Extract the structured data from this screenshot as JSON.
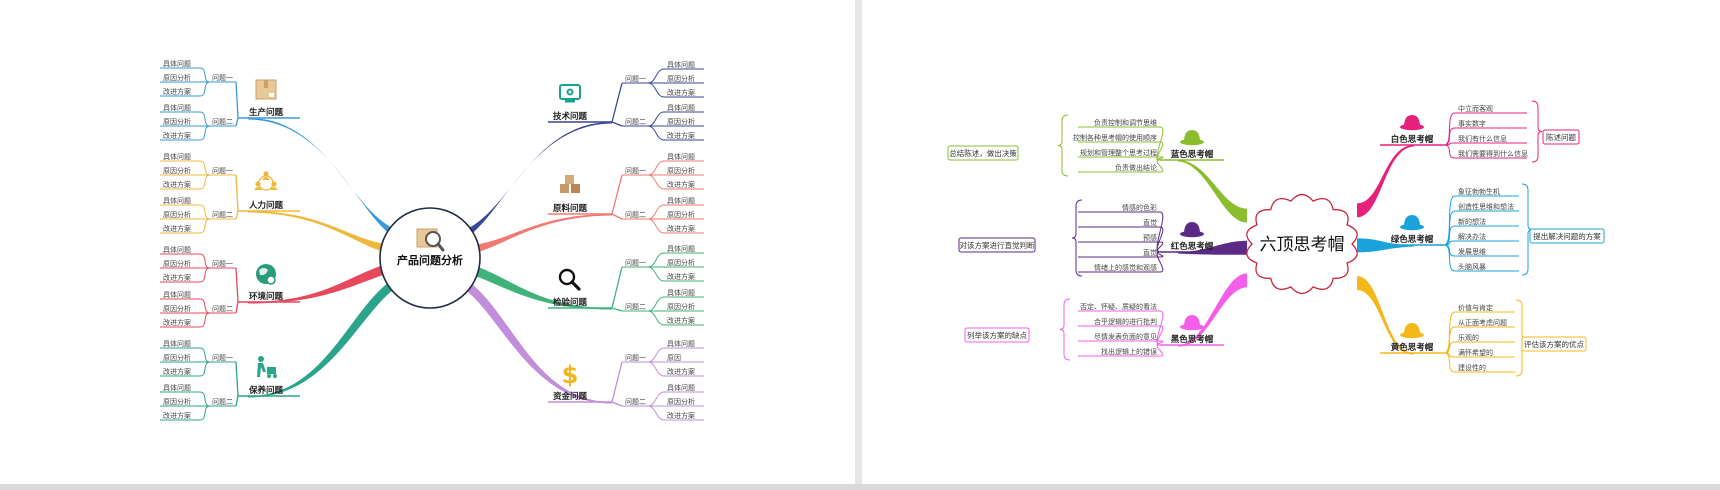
{
  "colors": {
    "production": "#3a9ad9",
    "hr": "#f0b83a",
    "environment": "#e8485b",
    "maintenance": "#2aa58c",
    "tech": "#3b4696",
    "material": "#f07a72",
    "inspection": "#3fb37a",
    "fund": "#c28ddb",
    "blue_hat": "#8cbd2e",
    "red_hat": "#5b2a86",
    "black_hat": "#f55ee8",
    "white_hat": "#e8207d",
    "green_hat": "#1aa2dc",
    "yellow_hat": "#f5b81a",
    "center_border": "#c8283c",
    "divider": "#d9d9d9",
    "left_panel_bg": "#ffffff",
    "right_panel_bg": "#ffffff"
  },
  "left_map": {
    "center": {
      "title": "产品问题分析",
      "icon": "box-magnifier-icon"
    },
    "branches": [
      {
        "key": "production",
        "label": "生产问题",
        "icon": "package-icon",
        "groups": [
          {
            "label": "问题一",
            "leaves": [
              "具体问题",
              "原因分析",
              "改进方案"
            ]
          },
          {
            "label": "问题二",
            "leaves": [
              "具体问题",
              "原因分析",
              "改进方案"
            ]
          }
        ]
      },
      {
        "key": "hr",
        "label": "人力问题",
        "icon": "people-network-icon",
        "groups": [
          {
            "label": "问题一",
            "leaves": [
              "具体问题",
              "原因分析",
              "改进方案"
            ]
          },
          {
            "label": "问题二",
            "leaves": [
              "具体问题",
              "原因分析",
              "改进方案"
            ]
          }
        ]
      },
      {
        "key": "environment",
        "label": "环境问题",
        "icon": "globe-icon",
        "groups": [
          {
            "label": "问题一",
            "leaves": [
              "具体问题",
              "原因分析",
              "改进方案"
            ]
          },
          {
            "label": "问题二",
            "leaves": [
              "具体问题",
              "原因分析",
              "改进方案"
            ]
          }
        ]
      },
      {
        "key": "maintenance",
        "label": "保养问题",
        "icon": "worker-cart-icon",
        "groups": [
          {
            "label": "问题一",
            "leaves": [
              "具体问题",
              "原因分析",
              "改进方案"
            ]
          },
          {
            "label": "问题二",
            "leaves": [
              "具体问题",
              "原因分析",
              "改进方案"
            ]
          }
        ]
      },
      {
        "key": "tech",
        "label": "技术问题",
        "icon": "monitor-gear-icon",
        "groups": [
          {
            "label": "问题一",
            "leaves": [
              "具体问题",
              "原因分析",
              "改进方案"
            ]
          },
          {
            "label": "问题二",
            "leaves": [
              "具体问题",
              "原因分析",
              "改进方案"
            ]
          }
        ]
      },
      {
        "key": "material",
        "label": "原料问题",
        "icon": "boxes-icon",
        "groups": [
          {
            "label": "问题一",
            "leaves": [
              "具体问题",
              "原因分析",
              "改进方案"
            ]
          },
          {
            "label": "问题二",
            "leaves": [
              "具体问题",
              "原因分析",
              "改进方案"
            ]
          }
        ]
      },
      {
        "key": "inspection",
        "label": "检验问题",
        "icon": "magnifier-icon",
        "groups": [
          {
            "label": "问题一",
            "leaves": [
              "具体问题",
              "原因分析",
              "改进方案"
            ]
          },
          {
            "label": "问题二",
            "leaves": [
              "具体问题",
              "原因分析",
              "改进方案"
            ]
          }
        ]
      },
      {
        "key": "fund",
        "label": "资金问题",
        "icon": "dollar-icon",
        "groups": [
          {
            "label": "问题一",
            "leaves": [
              "具体问题",
              "原因",
              "改进方案"
            ]
          },
          {
            "label": "问题二",
            "leaves": [
              "具体问题",
              "原因分析",
              "改进方案"
            ]
          }
        ]
      }
    ]
  },
  "right_map": {
    "center": {
      "title": "六顶思考帽"
    },
    "branches": [
      {
        "key": "blue_hat",
        "label": "蓝色思考帽",
        "icon": "hat-icon",
        "leaves": [
          "负责控制和调节思维",
          "控制各种思考帽的使用顺序",
          "规划和管理整个思考过程",
          "负责做出结论"
        ],
        "note": "总结陈述，做出决策"
      },
      {
        "key": "red_hat",
        "label": "红色思考帽",
        "icon": "hat-icon",
        "leaves": [
          "情感的色彩",
          "直觉",
          "预感",
          "直觉",
          "情绪上的感觉和观感"
        ],
        "note": "对该方案进行直觉判断"
      },
      {
        "key": "black_hat",
        "label": "黑色思考帽",
        "icon": "hat-icon",
        "leaves": [
          "否定、怀疑、质疑的看法",
          "合乎逻辑的进行批判",
          "尽情发表负面的意见",
          "找出逻辑上的错误"
        ],
        "note": "列举该方案的缺点"
      },
      {
        "key": "white_hat",
        "label": "白色思考帽",
        "icon": "hat-icon",
        "leaves": [
          "中立而客观",
          "事实数字",
          "我们有什么信息",
          "我们需要得到什么信息"
        ],
        "note": "陈述问题"
      },
      {
        "key": "green_hat",
        "label": "绿色思考帽",
        "icon": "hat-icon",
        "leaves": [
          "象征勃勃生机",
          "创造性思维和想法",
          "新的想法",
          "解决办法",
          "发展思维",
          "头脑风暴"
        ],
        "note": "提出解决问题的方案"
      },
      {
        "key": "yellow_hat",
        "label": "黄色思考帽",
        "icon": "hat-icon",
        "leaves": [
          "价值与肯定",
          "从正面考虑问题",
          "乐观的",
          "满怀希望的",
          "建设性的"
        ],
        "note": "评估该方案的优点"
      }
    ]
  }
}
